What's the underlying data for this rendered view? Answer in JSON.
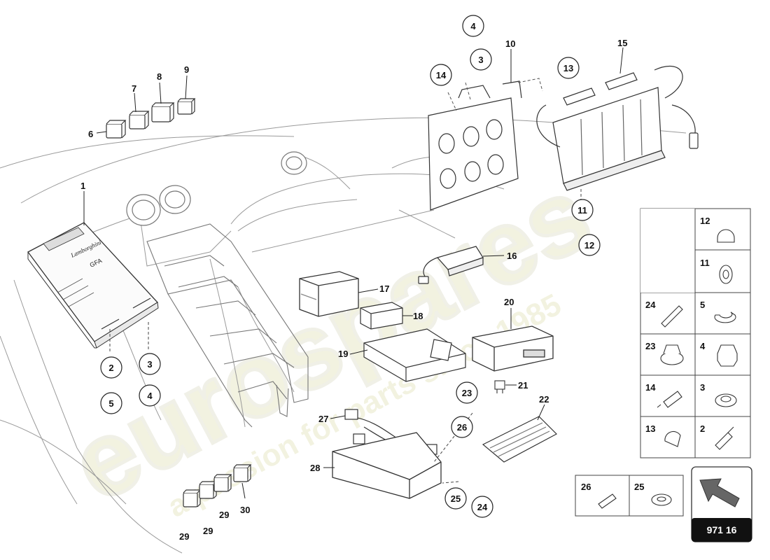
{
  "watermark": {
    "brand": "eurospares",
    "tagline": "a passion for parts since 1985"
  },
  "brand_text": {
    "maker": "Lamborghini",
    "unit": "GFA"
  },
  "labels": {
    "l1": "1",
    "l6": "6",
    "l7": "7",
    "l8": "8",
    "l9": "9",
    "l10": "10",
    "l15": "15",
    "l16": "16",
    "l17": "17",
    "l18": "18",
    "l19": "19",
    "l20": "20",
    "l21": "21",
    "l22": "22",
    "l27": "27",
    "l28": "28",
    "l29a": "29",
    "l29b": "29",
    "l29c": "29",
    "l30": "30"
  },
  "circled": {
    "c4a": "4",
    "c3a": "3",
    "c14": "14",
    "c13": "13",
    "c11": "11",
    "c12": "12",
    "c2": "2",
    "c3b": "3",
    "c5": "5",
    "c4b": "4",
    "c23": "23",
    "c26": "26",
    "c25": "25",
    "c24": "24"
  },
  "legend": {
    "r1_left": "",
    "r1_right": "12",
    "r2_left": "",
    "r2_right": "11",
    "r3_left": "24",
    "r3_right": "5",
    "r4_left": "23",
    "r4_right": "4",
    "r5_left": "14",
    "r5_right": "3",
    "r6_left": "13",
    "r6_right": "2",
    "small_left": "26",
    "small_right": "25"
  },
  "page_ref": "971 16"
}
